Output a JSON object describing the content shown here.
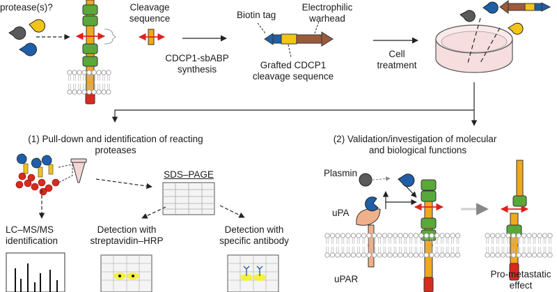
{
  "labels": {
    "proteases": "protease(s)?",
    "cleavage1": "Cleavage",
    "cleavage2": "sequence",
    "synthesis1": "CDCP1-sbABP",
    "synthesis2": "synthesis",
    "biotin": "Biotin tag",
    "warhead1": "Electrophilic",
    "warhead2": "warhead",
    "grafted1": "Grafted CDCP1",
    "grafted2": "cleavage sequence",
    "cell1": "Cell",
    "cell2": "treatment",
    "branch1a": "(1) Pull-down and identification of reacting",
    "branch1b": "proteases",
    "branch2a": "(2) Validation/investigation of molecular",
    "branch2b": "and biological functions",
    "sdspage": "SDS–PAGE",
    "lcms1": "LC–MS/MS",
    "lcms2": "identification",
    "strep1": "Detection with",
    "strep2": "streptavidin–HRP",
    "anti1": "Detection with",
    "anti2": "specific antibody",
    "plasmin": "Plasmin",
    "upa": "uPA",
    "upar": "uPAR",
    "prometa1": "Pro-metastatic",
    "prometa2": "effect"
  },
  "colors": {
    "stem": "#f0a81c",
    "green": "#5aa83a",
    "red": "#d62b1e",
    "cleave": "#e0201a",
    "blue": "#1f5fa8",
    "yellow": "#f2c418",
    "brown": "#7a5a4e",
    "orange_warhead": "#9b5a3c",
    "gray_protease": "#5a5a5a",
    "upar": "#f0b08a",
    "dish": "#f6dede",
    "membrane": "#d9a86a"
  }
}
